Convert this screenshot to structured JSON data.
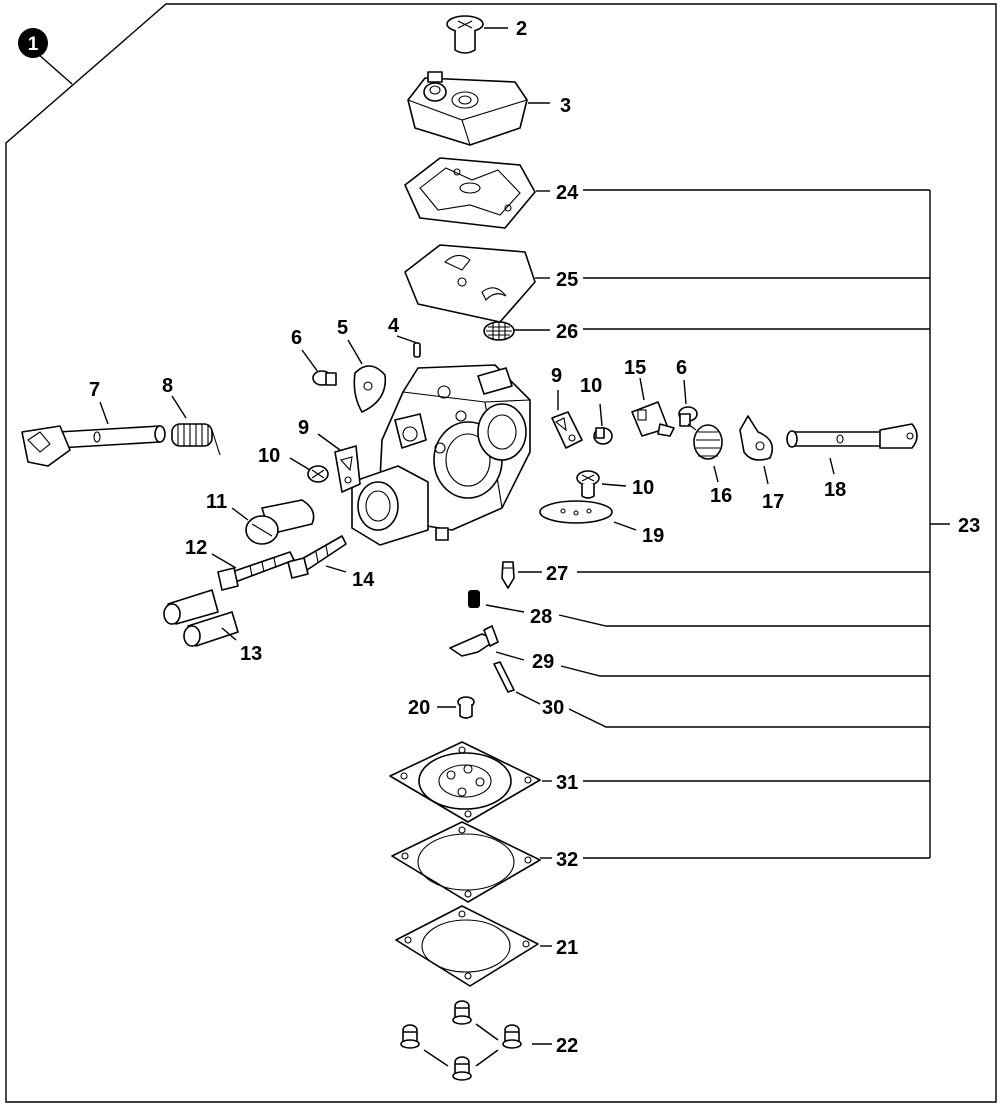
{
  "diagram": {
    "assembly_badge": "1",
    "callouts": {
      "c2": "2",
      "c3": "3",
      "c4": "4",
      "c5": "5",
      "c6a": "6",
      "c6b": "6",
      "c7": "7",
      "c8": "8",
      "c9a": "9",
      "c9b": "9",
      "c10a": "10",
      "c10b": "10",
      "c10c": "10",
      "c11": "11",
      "c12": "12",
      "c13": "13",
      "c14": "14",
      "c15": "15",
      "c16": "16",
      "c17": "17",
      "c18": "18",
      "c19": "19",
      "c20": "20",
      "c21": "21",
      "c22": "22",
      "c23": "23",
      "c24": "24",
      "c25": "25",
      "c26": "26",
      "c27": "27",
      "c28": "28",
      "c29": "29",
      "c30": "30",
      "c31": "31",
      "c32": "32"
    }
  }
}
